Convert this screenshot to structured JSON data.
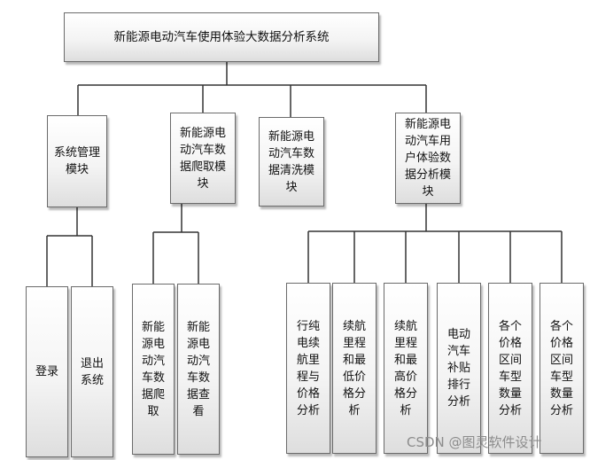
{
  "root": "新能源电动汽车使用体验大数据分析系统",
  "modules": [
    {
      "label": "系统管理模块",
      "children": [
        "登录",
        "退出系统"
      ]
    },
    {
      "label": "新能源电动汽车数据爬取模块",
      "children": [
        "新能源电动汽车数据爬取",
        "新能源电动汽车数据查看"
      ]
    },
    {
      "label": "新能源电动汽车数据清洗模块",
      "children": []
    },
    {
      "label": "新能源电动汽车用户体验数据分析模块",
      "children": [
        "行纯电续航里程与价格分析",
        "续航里程和最低价格分析",
        "续航里程和最高价格分析",
        "电动汽车补贴排行分析",
        "各个价格区间车型数量分析",
        "各个价格区间车型数量分析"
      ]
    }
  ],
  "watermark": "CSDN @图灵软件设计"
}
